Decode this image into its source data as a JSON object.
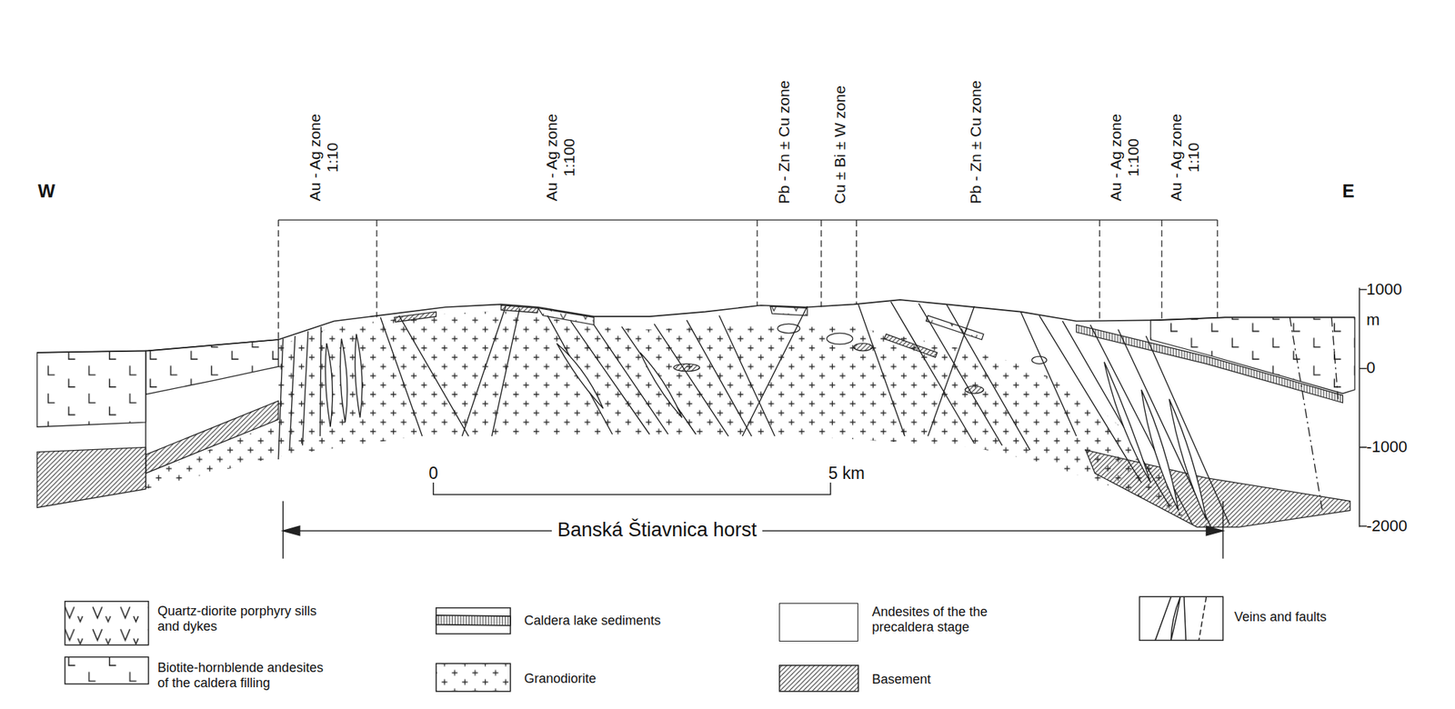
{
  "diagram": {
    "labels": [
      "Au - Ag zone 1:10",
      "Au - Ag zone 1:100",
      "Pb - Zn ± Cu zone",
      "Cu ± Bi ± W zone",
      "Pb - Zn ± Cu zone",
      "Au - Ag zone 1:100",
      "Au - Ag zone 1:10",
      "W",
      "E",
      "1000",
      "m",
      "0",
      "-1000",
      "-2000",
      "0",
      "5 km",
      "Banská Štiavnica horst"
    ],
    "legend": [
      {
        "text": "Quartz-diorite porphyry sills and dykes"
      },
      {
        "text": "Biotite-hornblende andesites of the caldera filling"
      },
      {
        "text": "Caldera lake sediments"
      },
      {
        "text": "Granodiorite"
      },
      {
        "text": "Andesites of the the precaldera stage",
        "color": "#ffffff"
      },
      {
        "text": "Basement"
      },
      {
        "text": "Veins and faults"
      }
    ]
  }
}
